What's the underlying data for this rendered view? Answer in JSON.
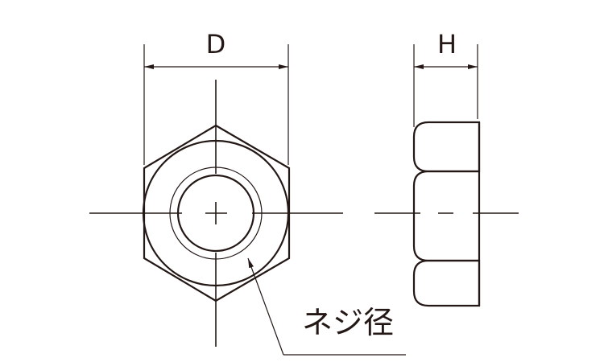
{
  "labels": {
    "width_dimension": "D",
    "height_dimension": "H",
    "thread_diameter": "ネジ径"
  },
  "colors": {
    "line": "#231815",
    "background": "#ffffff"
  }
}
